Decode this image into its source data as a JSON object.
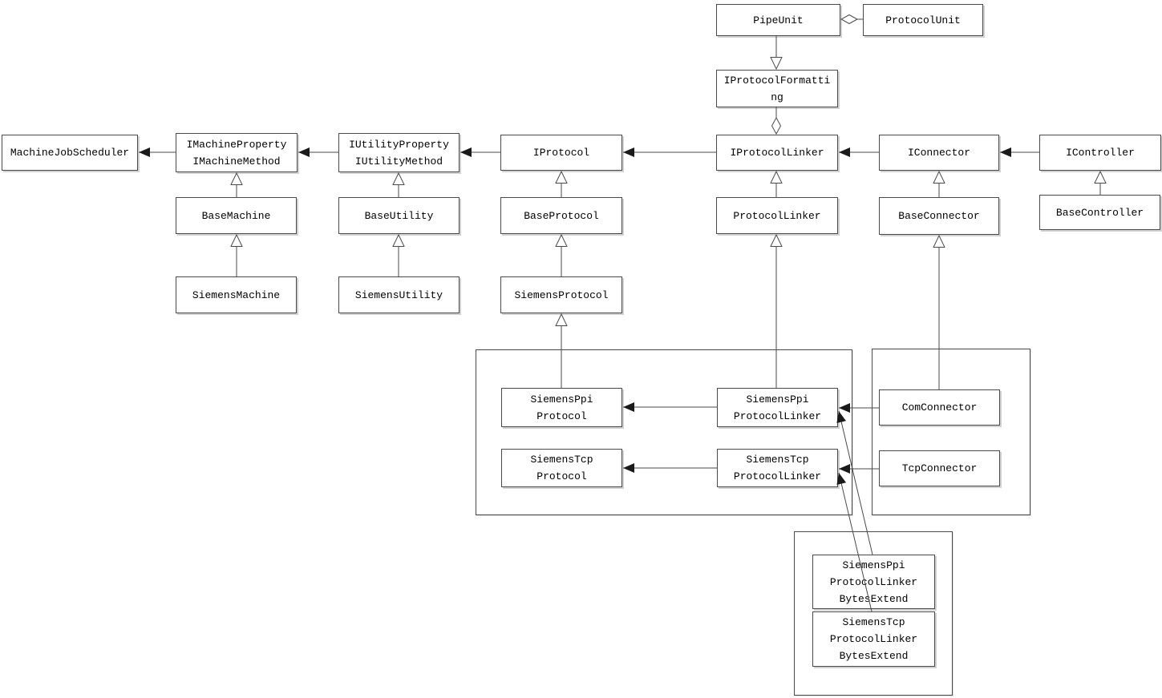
{
  "diagram": {
    "title": "protocol-class-diagram",
    "background_color": "#ffffff",
    "line_color": "#4a4a4a",
    "text_color": "#000000",
    "nodes": {
      "pipe_unit": {
        "label": "PipeUnit"
      },
      "protocol_unit": {
        "label": "ProtocolUnit"
      },
      "iprotocol_formatting": {
        "line1": "IProtocolFormatti",
        "line2": "ng"
      },
      "machine_job_scheduler": {
        "label": "MachineJobScheduler"
      },
      "imachine": {
        "line1": "IMachineProperty",
        "line2": "IMachineMethod"
      },
      "iutility": {
        "line1": "IUtilityProperty",
        "line2": "IUtilityMethod"
      },
      "iprotocol": {
        "label": "IProtocol"
      },
      "iprotocol_linker": {
        "label": "IProtocolLinker"
      },
      "iconnector": {
        "label": "IConnector"
      },
      "icontroller": {
        "label": "IController"
      },
      "base_machine": {
        "label": "BaseMachine"
      },
      "base_utility": {
        "label": "BaseUtility"
      },
      "base_protocol": {
        "label": "BaseProtocol"
      },
      "protocol_linker": {
        "label": "ProtocolLinker"
      },
      "base_connector": {
        "label": "BaseConnector"
      },
      "base_controller": {
        "label": "BaseController"
      },
      "siemens_machine": {
        "label": "SiemensMachine"
      },
      "siemens_utility": {
        "label": "SiemensUtility"
      },
      "siemens_protocol": {
        "label": "SiemensProtocol"
      },
      "siemens_ppi_protocol": {
        "line1": "SiemensPpi",
        "line2": "Protocol"
      },
      "siemens_ppi_protocol_linker": {
        "line1": "SiemensPpi",
        "line2": "ProtocolLinker"
      },
      "siemens_tcp_protocol": {
        "line1": "SiemensTcp",
        "line2": "Protocol"
      },
      "siemens_tcp_protocol_linker": {
        "line1": "SiemensTcp",
        "line2": "ProtocolLinker"
      },
      "com_connector": {
        "label": "ComConnector"
      },
      "tcp_connector": {
        "label": "TcpConnector"
      },
      "siemens_ppi_protocol_linker_bytes_extend": {
        "line1": "SiemensPpi",
        "line2": "ProtocolLinker",
        "line3": "BytesExtend"
      },
      "siemens_tcp_protocol_linker_bytes_extend": {
        "line1": "SiemensTcp",
        "line2": "ProtocolLinker",
        "line3": "BytesExtend"
      }
    }
  }
}
